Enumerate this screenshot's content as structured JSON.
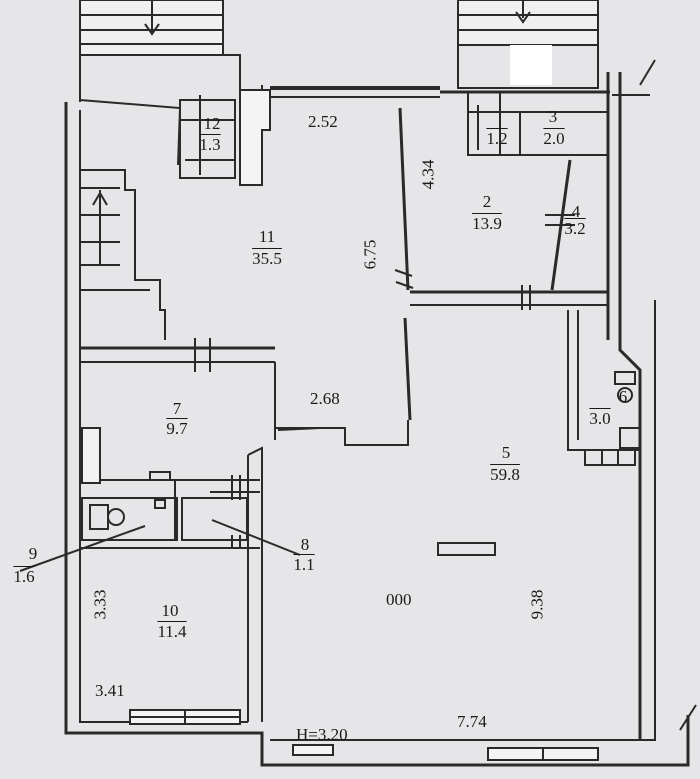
{
  "colors": {
    "paper": "#e6e6e8",
    "ink": "#2a2a2a",
    "wall_fill": "#f4f4f4"
  },
  "rooms": [
    {
      "number": "2",
      "area": "13.9"
    },
    {
      "number": "3",
      "area": "2.0"
    },
    {
      "number": "4",
      "area": "3.2"
    },
    {
      "number": "5",
      "area": "59.8"
    },
    {
      "number": "6",
      "area": "3.0"
    },
    {
      "number": "7",
      "area": "9.7"
    },
    {
      "number": "8",
      "area": "1.1"
    },
    {
      "number": "9",
      "area": "1.6"
    },
    {
      "number": "10",
      "area": "11.4"
    },
    {
      "number": "11",
      "area": "35.5"
    },
    {
      "number": "12",
      "area": "1.3"
    }
  ],
  "small_area": "1.2",
  "dimensions": {
    "top_corridor": "2.52",
    "room2_height": "4.34",
    "room11_height": "6.75",
    "passage": "2.68",
    "room10_height": "3.33",
    "room10_width": "3.41",
    "room5_height": "9.38",
    "room5_width": "7.74",
    "ceiling_height": "H=3.20"
  },
  "room5_label": "000",
  "icons": [
    "stairs-up-arrow-icon",
    "entrance-arrow-icon",
    "toilet-icon",
    "sink-icon"
  ]
}
